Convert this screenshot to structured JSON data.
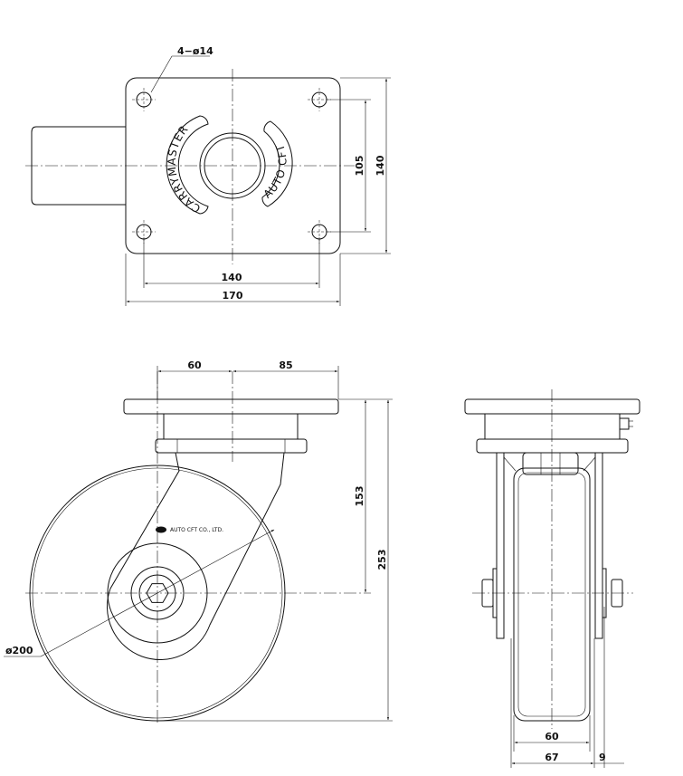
{
  "title": "",
  "top_view": {
    "hole_callout": "4−ø14",
    "dim_hole_pitch_x": "140",
    "dim_plate_width": "170",
    "dim_hole_pitch_y": "105",
    "dim_plate_height": "140",
    "logo_left": "CARRYMASTER",
    "logo_right": "AUTO CFT"
  },
  "side_view": {
    "dim_offset_left": "60",
    "dim_offset_right": "85",
    "dim_lead": "153",
    "dim_total_height": "253",
    "dim_wheel_dia": "ø200",
    "maker_text": "AUTO CFT CO., LTD."
  },
  "front_view": {
    "dim_tread_width": "60",
    "dim_fork_width": "67",
    "dim_bolt_proj": "9"
  }
}
